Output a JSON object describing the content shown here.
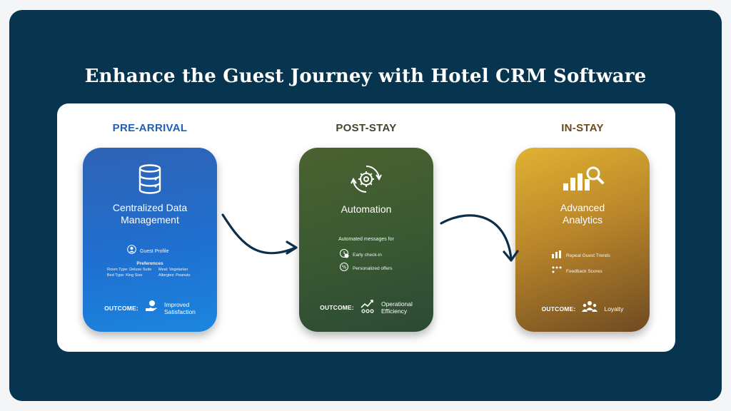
{
  "title": "Enhance the Guest Journey with Hotel CRM Software",
  "stages": [
    {
      "label": "PRE-ARRIVAL",
      "color": "#1f5fb8",
      "card_title_line1": "Centralized Data",
      "card_title_line2": "Management",
      "icon": "database-icon",
      "guest_profile": "Guest Profile",
      "preferences_heading": "Preferences",
      "preferences": [
        "Room Type: Deluxe Suite",
        "Meal: Vegetarian",
        "Bed Type: King Size",
        "Allergies: Peanuts"
      ],
      "outcome_label": "OUTCOME:",
      "outcome_line1": "Improved",
      "outcome_line2": "Satisfaction",
      "outcome_icon": "satisfaction-hand-icon"
    },
    {
      "label": "POST-STAY",
      "color": "#3c4a2a",
      "card_title_line1": "Automation",
      "icon": "automation-gear-icon",
      "messages_heading": "Automated messages for",
      "messages": [
        "Early check-in",
        "Personalized offers"
      ],
      "outcome_label": "OUTCOME:",
      "outcome_line1": "Operational",
      "outcome_line2": "Efficiency",
      "outcome_icon": "efficiency-chart-icon"
    },
    {
      "label": "IN-STAY",
      "color": "#6b4a1e",
      "card_title_line1": "Advanced",
      "card_title_line2": "Analytics",
      "icon": "analytics-magnifier-icon",
      "items": [
        "Repeat Guest Trends",
        "Feedback Scores"
      ],
      "outcome_label": "OUTCOME:",
      "outcome_line1": "Loyalty",
      "outcome_icon": "loyalty-people-icon"
    }
  ],
  "colors": {
    "background": "#07344f",
    "panel": "#ffffff",
    "arrow": "#0b2f4a"
  }
}
